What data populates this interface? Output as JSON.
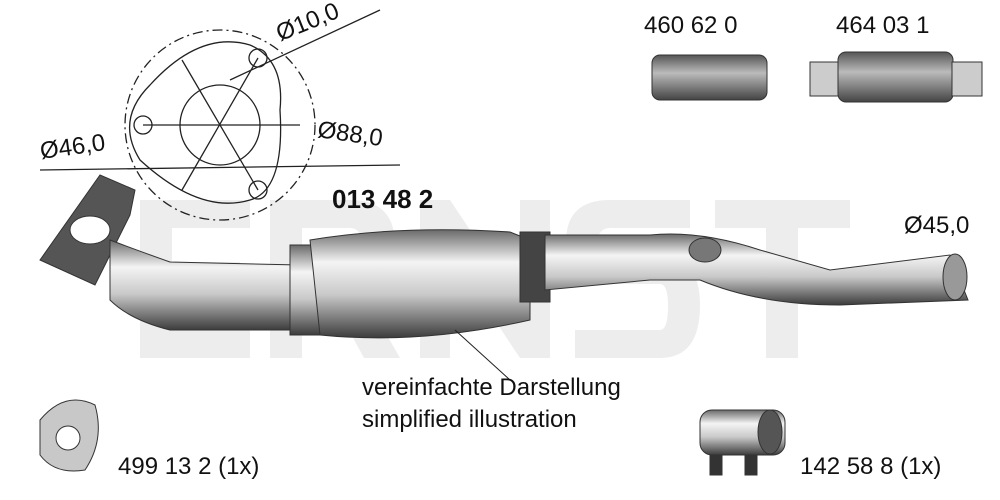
{
  "watermark": "ERNST",
  "flange_drawing": {
    "hole_diameter": "Ø10,0",
    "bore_diameter": "Ø46,0",
    "bolt_circle_diameter": "Ø88,0"
  },
  "main_part": {
    "part_number": "013 48 2",
    "outlet_diameter": "Ø45,0",
    "note_de": "vereinfachte Darstellung",
    "note_en": "simplified illustration"
  },
  "accessories": {
    "flex_pipe_1": "460 62 0",
    "flex_pipe_2": "464 03 1",
    "gasket": "499 13 2 (1x)",
    "clamp": "142 58 8 (1x)"
  },
  "colors": {
    "watermark": "#ececec",
    "metal": "#b8b8b8",
    "line": "#222222"
  }
}
